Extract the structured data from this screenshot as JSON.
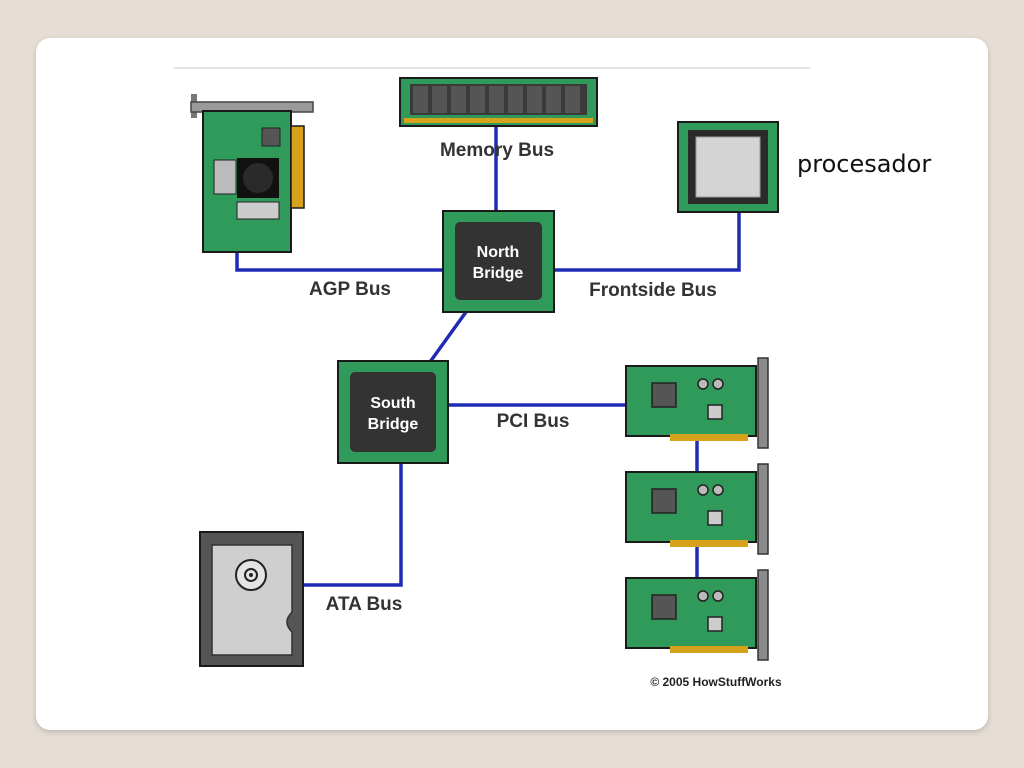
{
  "labels": {
    "memory_bus": "Memory Bus",
    "agp_bus": "AGP Bus",
    "frontside_bus": "Frontside Bus",
    "pci_bus": "PCI Bus",
    "ata_bus": "ATA Bus",
    "north_bridge_line1": "North",
    "north_bridge_line2": "Bridge",
    "south_bridge_line1": "South",
    "south_bridge_line2": "Bridge",
    "processor_note": "procesador",
    "copyright": "© 2005 HowStuffWorks"
  },
  "colors": {
    "bus_line": "#1f2bb5",
    "board_green": "#2f9a5a",
    "chip_dark": "#333333",
    "gold": "#d6a21c"
  },
  "icons": [
    "memory-module-icon",
    "agp-card-icon",
    "cpu-icon",
    "pci-card-icon",
    "hard-drive-icon"
  ]
}
